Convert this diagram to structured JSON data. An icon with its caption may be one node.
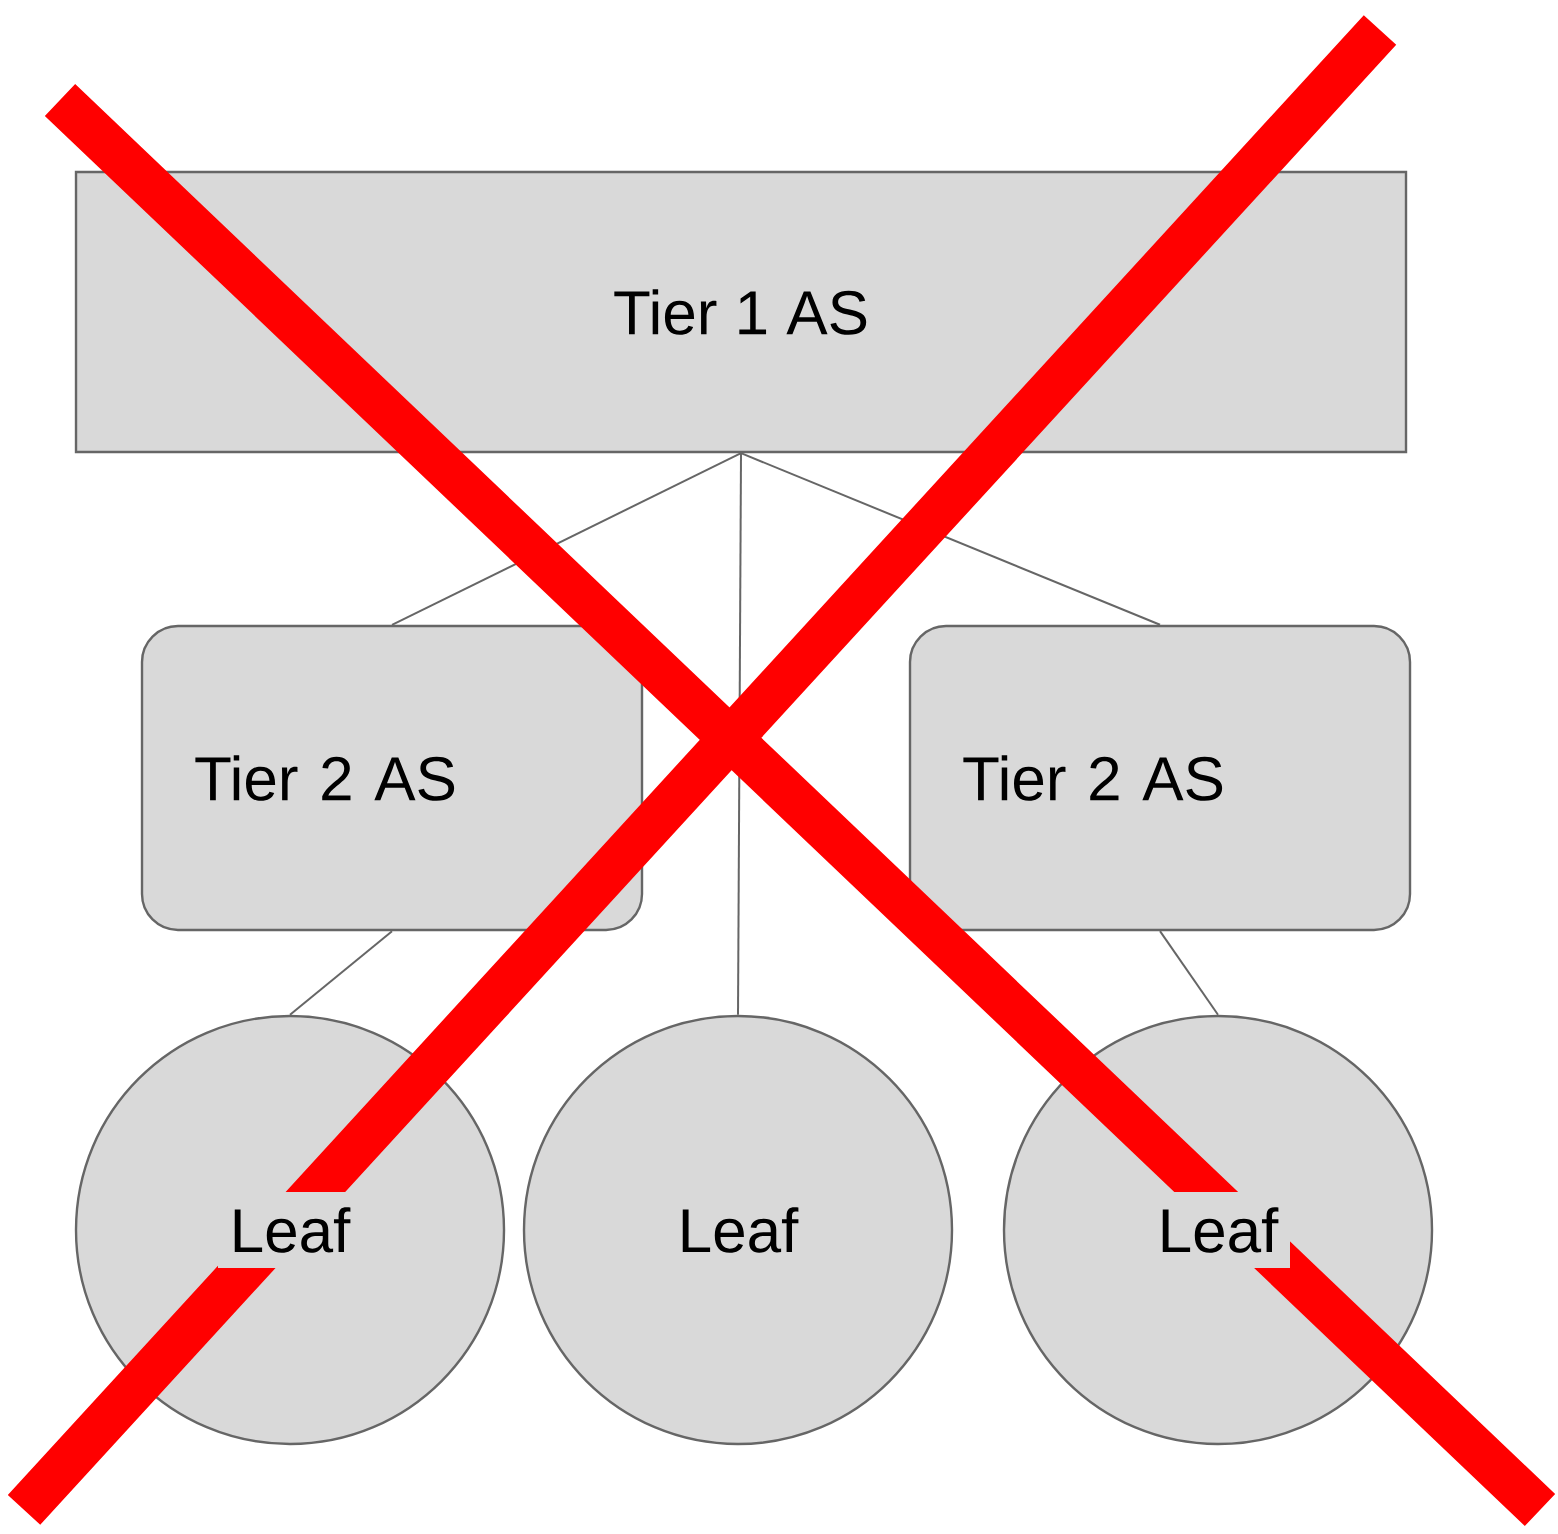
{
  "diagram": {
    "nodes": [
      {
        "text": [
          "Tier 1 AS"
        ]
      },
      {
        "text": [
          "Tier 2 AS"
        ]
      },
      {
        "text": [
          "Tier 2 AS"
        ]
      },
      {
        "text": [
          "Leaf"
        ]
      },
      {
        "text": [
          "Leaf"
        ]
      },
      {
        "text": [
          "Leaf"
        ]
      }
    ],
    "edges": [
      {
        "from": 0,
        "to": 1,
        "arrow": "none"
      },
      {
        "from": 0,
        "to": 4,
        "arrow": "none"
      },
      {
        "from": 0,
        "to": 2,
        "arrow": "none"
      },
      {
        "from": 1,
        "to": 3,
        "arrow": "none"
      },
      {
        "from": 2,
        "to": 5,
        "arrow": "none"
      }
    ]
  }
}
